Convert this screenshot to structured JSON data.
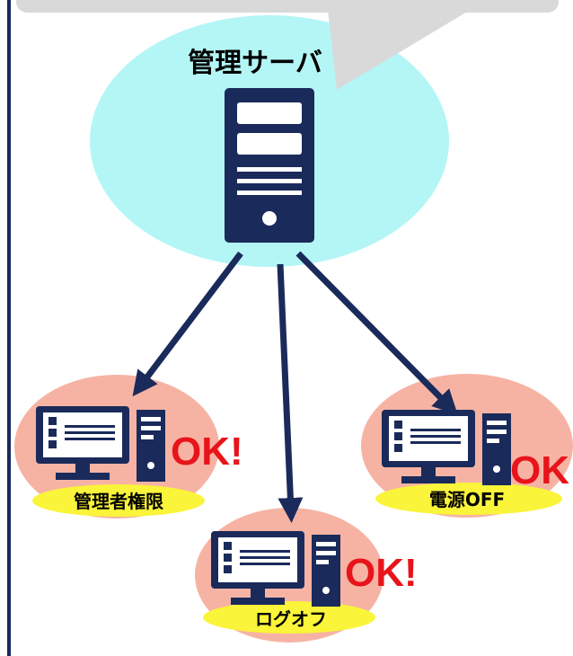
{
  "diagram": {
    "server_label": "管理サーバ",
    "clients": [
      {
        "label": "管理者権限",
        "status": "OK!"
      },
      {
        "label": "ログオフ",
        "status": "OK!"
      },
      {
        "label": "電源OFF",
        "status": "OK!"
      }
    ]
  },
  "colors": {
    "navy": "#1a2a5a",
    "server_halo": "#b4f6f6",
    "client_halo": "#f6b3a4",
    "label_bg": "#faf43a",
    "ok_text": "#e8141b",
    "callout": "#d9d9d9"
  }
}
